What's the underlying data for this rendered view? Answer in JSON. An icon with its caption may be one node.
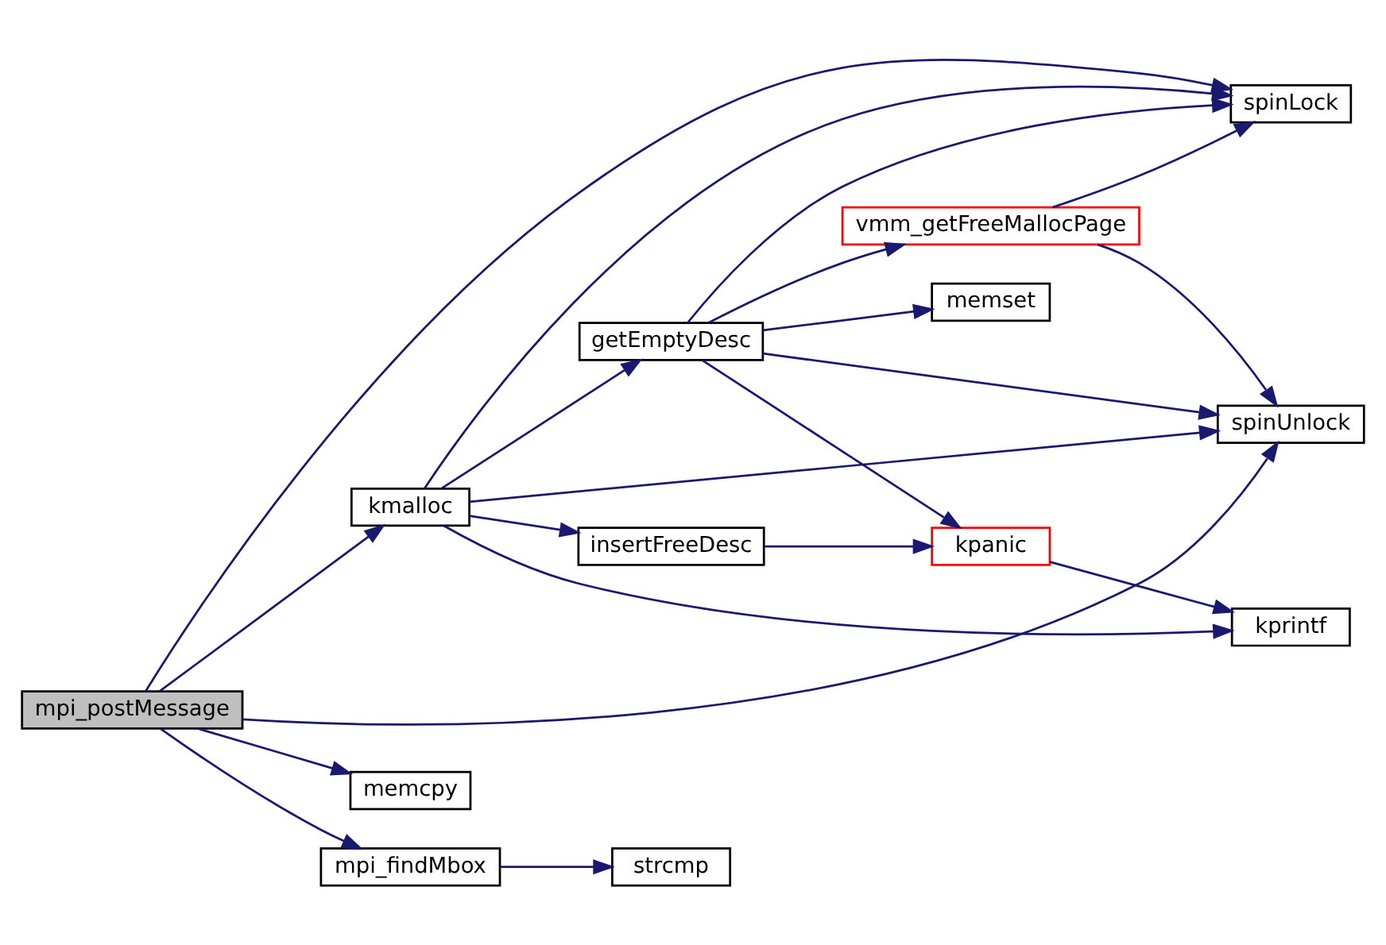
{
  "diagram": {
    "nodes": [
      {
        "text": [
          "mpi_postMessage"
        ]
      },
      {
        "text": [
          "kmalloc"
        ]
      },
      {
        "text": [
          "memcpy"
        ]
      },
      {
        "text": [
          "mpi_findMbox"
        ]
      },
      {
        "text": [
          "getEmptyDesc"
        ]
      },
      {
        "text": [
          "insertFreeDesc"
        ]
      },
      {
        "text": [
          "spinUnlock"
        ]
      },
      {
        "text": [
          "spinLock"
        ]
      },
      {
        "text": [
          "kprintf"
        ]
      },
      {
        "text": [
          "strcmp"
        ]
      },
      {
        "text": [
          "vmm_getFreeMallocPage"
        ]
      },
      {
        "text": [
          "memset"
        ]
      },
      {
        "text": [
          "kpanic"
        ]
      }
    ],
    "edges": [
      {
        "from": 0,
        "to": 1,
        "arrow": "to"
      },
      {
        "from": 0,
        "to": 6,
        "arrow": "to"
      },
      {
        "from": 0,
        "to": 7,
        "arrow": "to"
      },
      {
        "from": 0,
        "to": 2,
        "arrow": "to"
      },
      {
        "from": 0,
        "to": 3,
        "arrow": "to"
      },
      {
        "from": 1,
        "to": 4,
        "arrow": "to"
      },
      {
        "from": 1,
        "to": 6,
        "arrow": "to"
      },
      {
        "from": 1,
        "to": 7,
        "arrow": "to"
      },
      {
        "from": 1,
        "to": 5,
        "arrow": "to"
      },
      {
        "from": 1,
        "to": 8,
        "arrow": "to"
      },
      {
        "from": 4,
        "to": 6,
        "arrow": "to"
      },
      {
        "from": 4,
        "to": 10,
        "arrow": "to"
      },
      {
        "from": 4,
        "to": 11,
        "arrow": "to"
      },
      {
        "from": 4,
        "to": 7,
        "arrow": "to"
      },
      {
        "from": 4,
        "to": 12,
        "arrow": "to"
      },
      {
        "from": 5,
        "to": 12,
        "arrow": "to"
      },
      {
        "from": 10,
        "to": 6,
        "arrow": "to"
      },
      {
        "from": 10,
        "to": 7,
        "arrow": "to"
      },
      {
        "from": 12,
        "to": 8,
        "arrow": "to"
      },
      {
        "from": 3,
        "to": 9,
        "arrow": "to"
      }
    ]
  }
}
